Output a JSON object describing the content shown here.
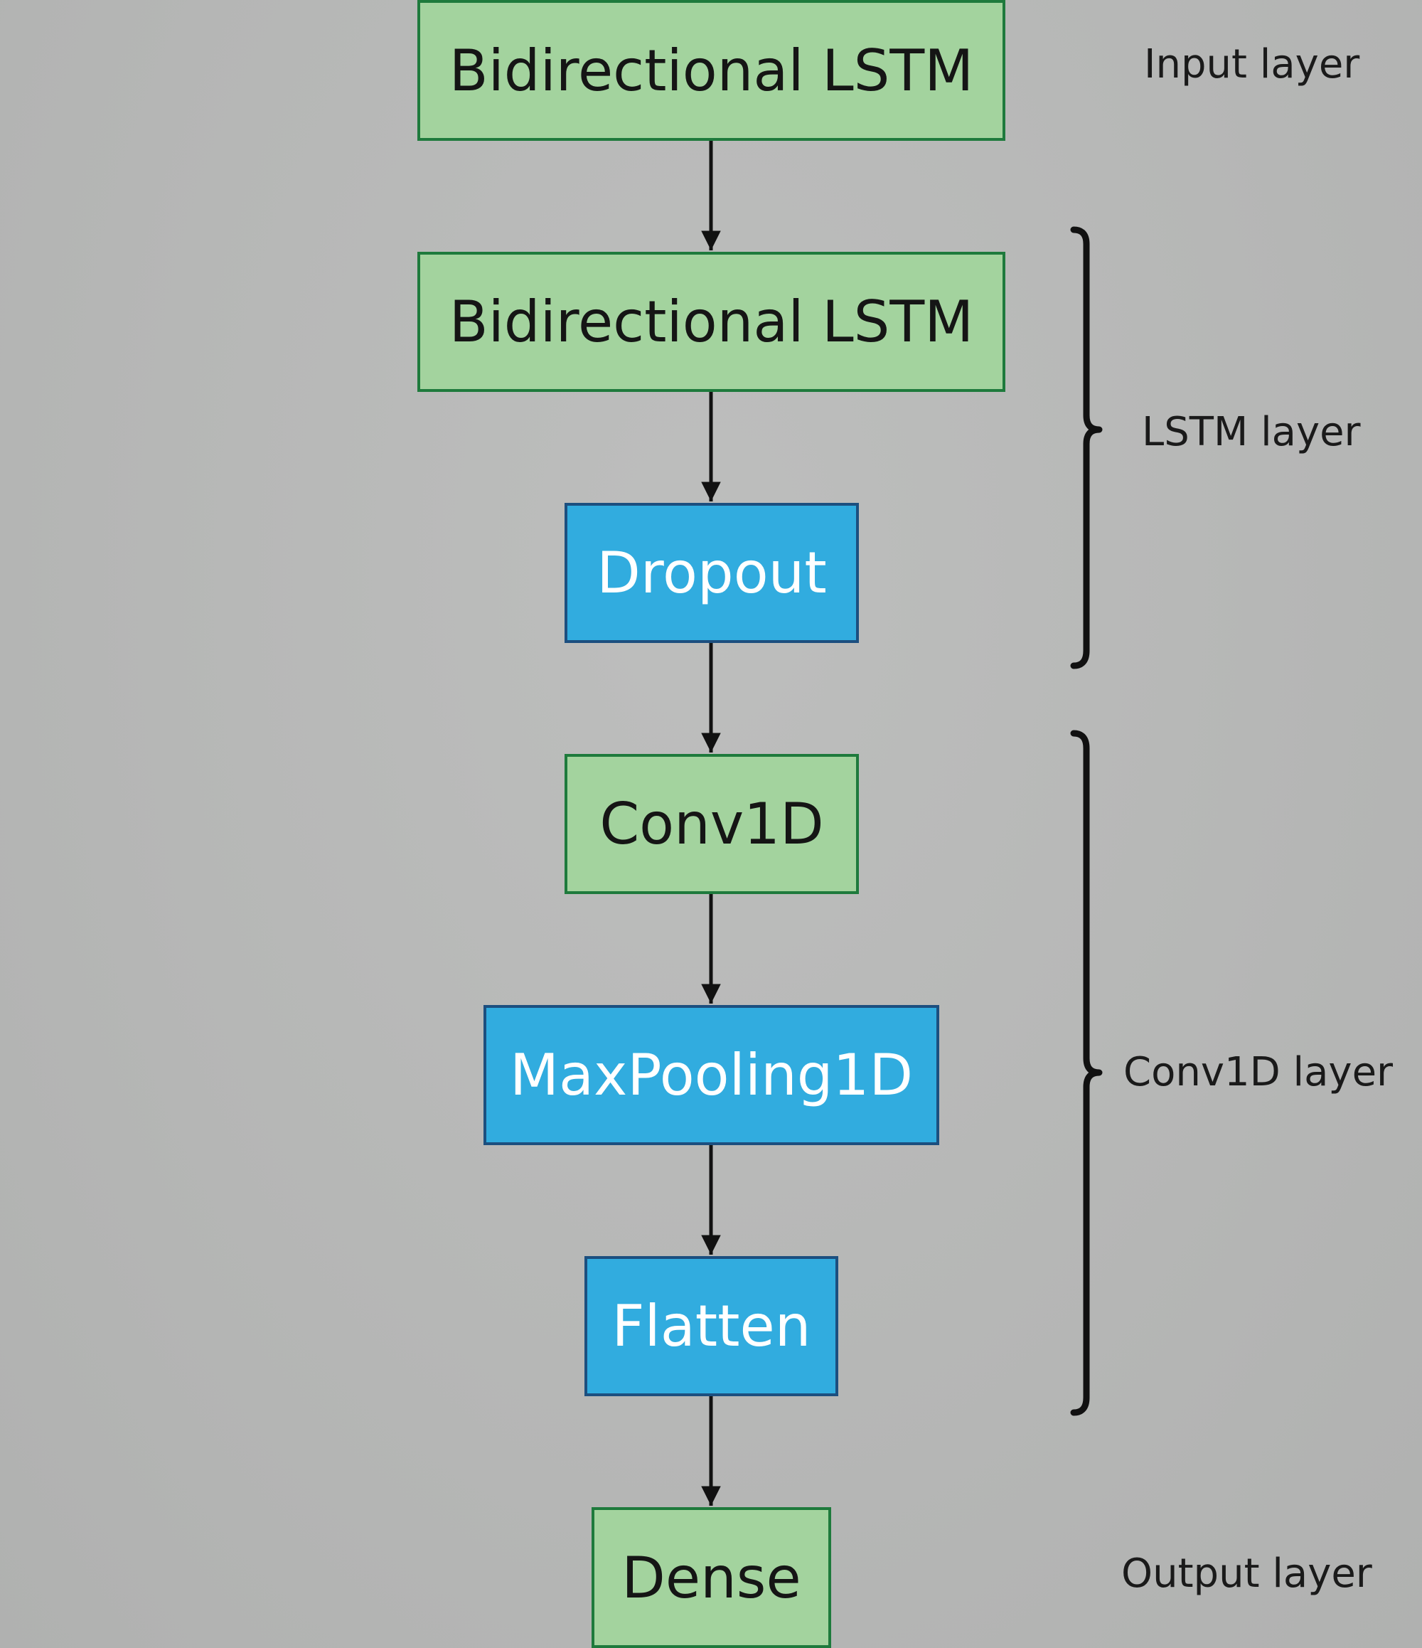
{
  "colors": {
    "green_fill": "#a3d39e",
    "blue_fill": "#31acdf",
    "arrow": "#111111",
    "bracket": "#111111"
  },
  "nodes": [
    {
      "id": "input-lstm",
      "label": "Bidirectional LSTM",
      "style": "green"
    },
    {
      "id": "lstm",
      "label": "Bidirectional LSTM",
      "style": "green"
    },
    {
      "id": "dropout",
      "label": "Dropout",
      "style": "blue"
    },
    {
      "id": "conv1d",
      "label": "Conv1D",
      "style": "green"
    },
    {
      "id": "maxpooling1d",
      "label": "MaxPooling1D",
      "style": "blue"
    },
    {
      "id": "flatten",
      "label": "Flatten",
      "style": "blue"
    },
    {
      "id": "dense",
      "label": "Dense",
      "style": "green"
    }
  ],
  "edges": [
    {
      "from": "input-lstm",
      "to": "lstm"
    },
    {
      "from": "lstm",
      "to": "dropout"
    },
    {
      "from": "dropout",
      "to": "conv1d"
    },
    {
      "from": "conv1d",
      "to": "maxpooling1d"
    },
    {
      "from": "maxpooling1d",
      "to": "flatten"
    },
    {
      "from": "flatten",
      "to": "dense"
    }
  ],
  "groups": [
    {
      "label": "Input layer",
      "members": [
        "input-lstm"
      ]
    },
    {
      "label": "LSTM layer",
      "members": [
        "lstm",
        "dropout"
      ]
    },
    {
      "label": "Conv1D layer",
      "members": [
        "conv1d",
        "maxpooling1d",
        "flatten"
      ]
    },
    {
      "label": "Output layer",
      "members": [
        "dense"
      ]
    }
  ]
}
